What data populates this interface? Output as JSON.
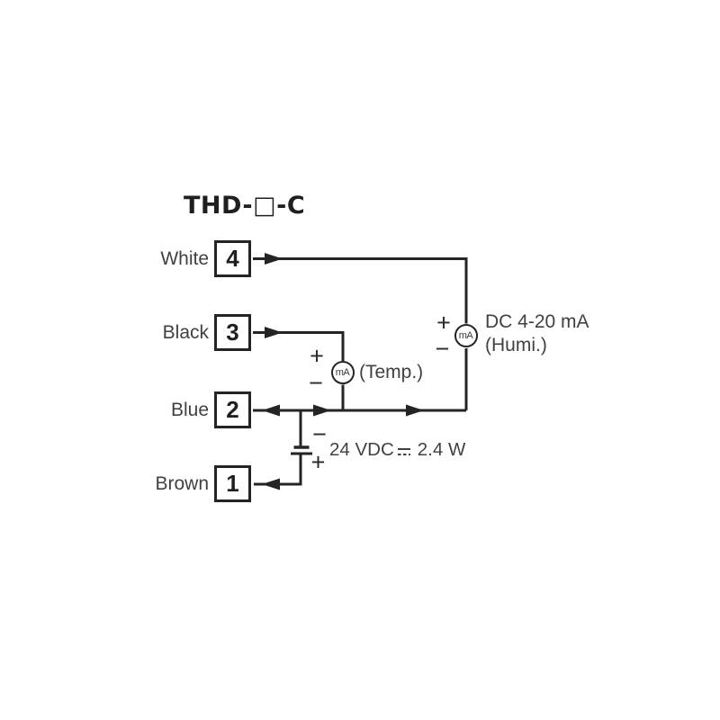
{
  "title": "THD-□-C",
  "terminals": [
    {
      "label": "White",
      "number": "4"
    },
    {
      "label": "Black",
      "number": "3"
    },
    {
      "label": "Blue",
      "number": "2"
    },
    {
      "label": "Brown",
      "number": "1"
    }
  ],
  "meters": {
    "temp": {
      "meter_label": "mA",
      "caption": "(Temp.)",
      "plus": "+",
      "minus": "−"
    },
    "humi": {
      "meter_label": "mA",
      "caption_line1": "DC 4-20 mA",
      "caption_line2": "(Humi.)",
      "plus": "+",
      "minus": "−"
    }
  },
  "power": {
    "label_prefix": "24 VDC",
    "label_suffix": "2.4 W",
    "minus": "−",
    "plus": "+"
  },
  "colors": {
    "wire_stroke": "#242424",
    "label_text": "#414144",
    "title_text": "#1f1f1f",
    "background": "#ffffff"
  }
}
